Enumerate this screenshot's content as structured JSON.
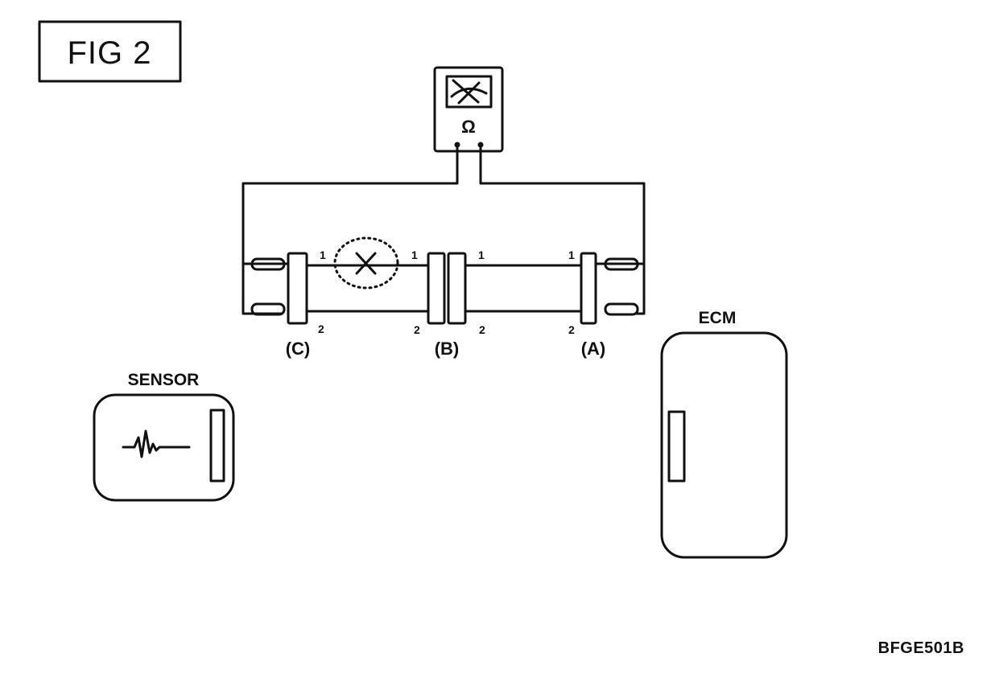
{
  "figure_label": "FIG 2",
  "meter": {
    "symbol": "Ω",
    "icon": "ohmmeter-icon"
  },
  "connectors": {
    "c": {
      "label": "(C)"
    },
    "b": {
      "label": "(B)"
    },
    "a": {
      "label": "(A)"
    }
  },
  "pins": {
    "top": "1",
    "bottom": "2"
  },
  "sensor": {
    "label": "SENSOR",
    "icon": "waveform-icon"
  },
  "ecm": {
    "label": "ECM"
  },
  "image_code": "BFGE501B",
  "fault_marker": {
    "icon": "open-circuit-x-icon"
  }
}
